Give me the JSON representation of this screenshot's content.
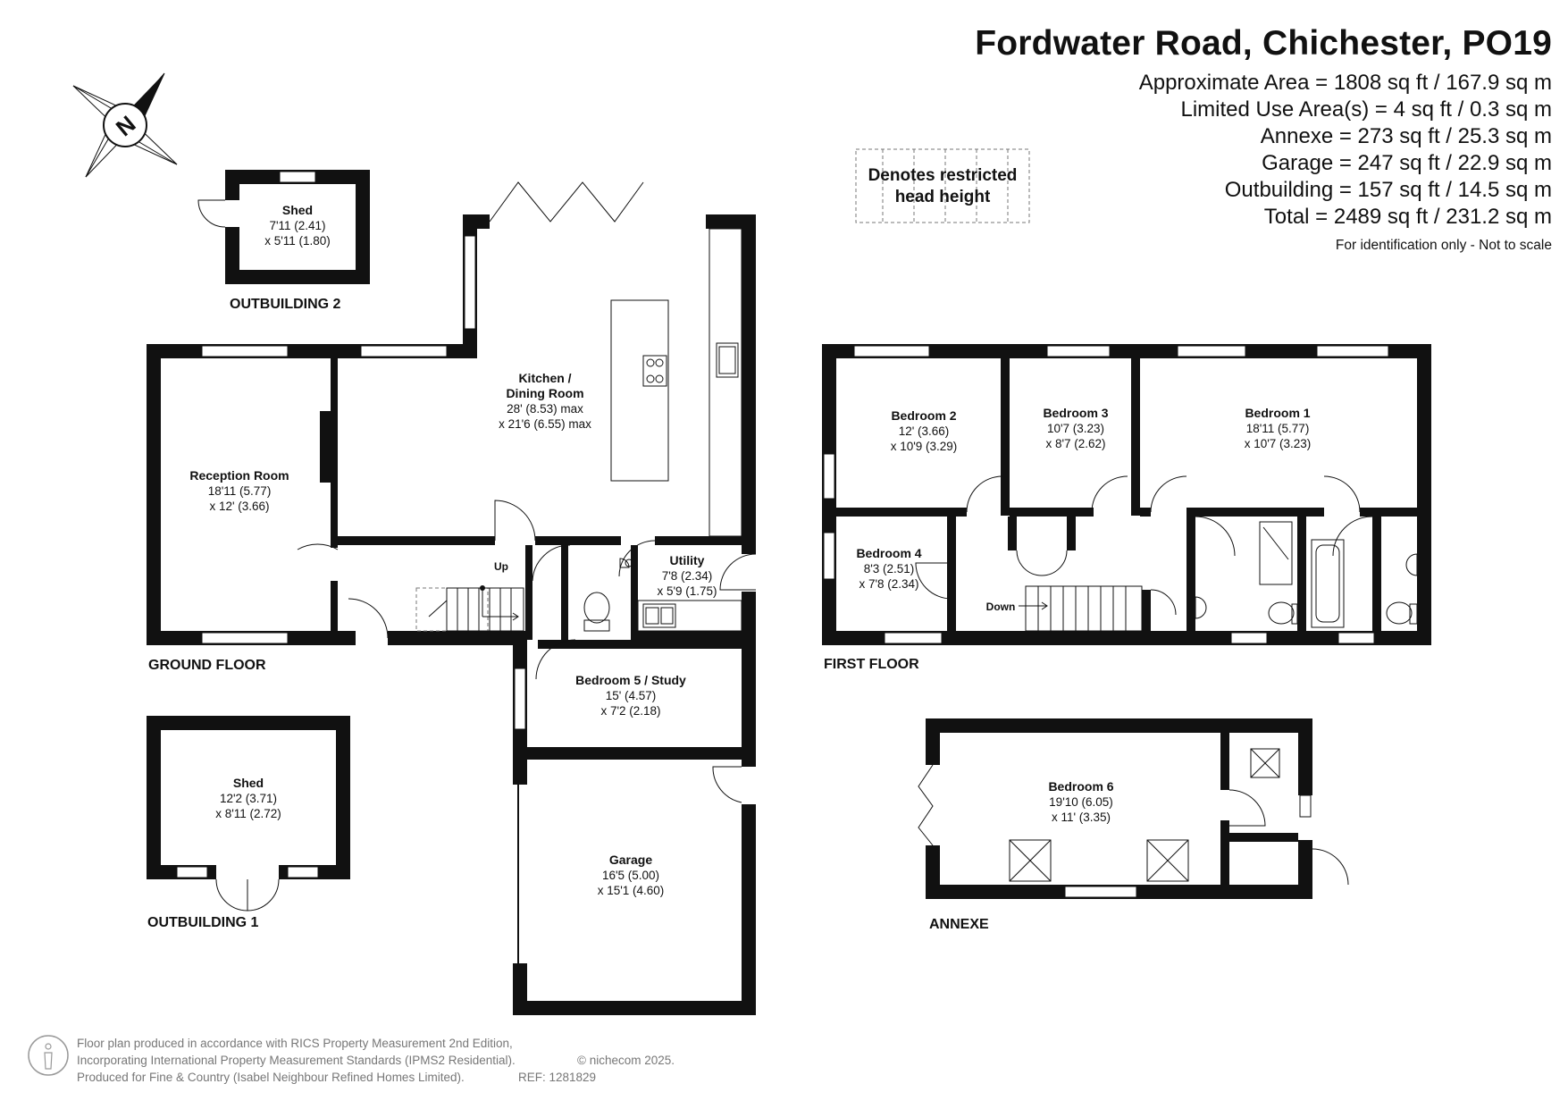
{
  "header": {
    "title": "Fordwater Road, Chichester, PO19",
    "areas": [
      "Approximate Area = 1808 sq ft / 167.9  sq m",
      "Limited Use Area(s) = 4 sq ft / 0.3 sq m",
      "Annexe = 273 sq ft / 25.3 sq m",
      "Garage = 247 sq ft / 22.9 sq m",
      "Outbuilding = 157 sq ft / 14.5 sq m",
      "Total = 2489 sq ft / 231.2 sq m"
    ],
    "note": "For identification only - Not to scale"
  },
  "legend": {
    "line1": "Denotes restricted",
    "line2": "head height"
  },
  "compass": {
    "letter": "N"
  },
  "floors": {
    "ground": "GROUND FLOOR",
    "first": "FIRST FLOOR",
    "outbuilding1": "OUTBUILDING 1",
    "outbuilding2": "OUTBUILDING 2",
    "annexe": "ANNEXE"
  },
  "rooms": {
    "shed2": {
      "name": "Shed",
      "dim1": "7'11 (2.41)",
      "dim2": "x 5'11 (1.80)"
    },
    "shed1": {
      "name": "Shed",
      "dim1": "12'2 (3.71)",
      "dim2": "x 8'11 (2.72)"
    },
    "kitchen": {
      "name1": "Kitchen /",
      "name2": "Dining Room",
      "dim1": "28' (8.53) max",
      "dim2": "x 21'6 (6.55) max"
    },
    "reception": {
      "name": "Reception Room",
      "dim1": "18'11 (5.77)",
      "dim2": "x 12' (3.66)"
    },
    "utility": {
      "name": "Utility",
      "dim1": "7'8 (2.34)",
      "dim2": "x 5'9 (1.75)"
    },
    "bedroom5": {
      "name": "Bedroom 5 /  Study",
      "dim1": "15' (4.57)",
      "dim2": "x 7'2 (2.18)"
    },
    "garage": {
      "name": "Garage",
      "dim1": "16'5 (5.00)",
      "dim2": "x 15'1 (4.60)"
    },
    "bedroom2": {
      "name": "Bedroom 2",
      "dim1": "12' (3.66)",
      "dim2": "x 10'9 (3.29)"
    },
    "bedroom3": {
      "name": "Bedroom 3",
      "dim1": "10'7 (3.23)",
      "dim2": "x 8'7 (2.62)"
    },
    "bedroom1": {
      "name": "Bedroom 1",
      "dim1": "18'11 (5.77)",
      "dim2": "x 10'7 (3.23)"
    },
    "bedroom4": {
      "name": "Bedroom 4",
      "dim1": "8'3 (2.51)",
      "dim2": "x 7'8 (2.34)"
    },
    "bedroom6": {
      "name": "Bedroom 6",
      "dim1": "19'10 (6.05)",
      "dim2": "x 11' (3.35)"
    }
  },
  "stairs": {
    "up": "Up",
    "down": "Down"
  },
  "footer": {
    "line1": "Floor plan produced in accordance with RICS Property Measurement 2nd Edition,",
    "line2": "Incorporating International Property Measurement Standards (IPMS2 Residential).",
    "copyright": "© nichecom 2025.",
    "line3": "Produced for Fine & Country (Isabel Neighbour Refined Homes Limited).",
    "ref": "REF: 1281829"
  }
}
